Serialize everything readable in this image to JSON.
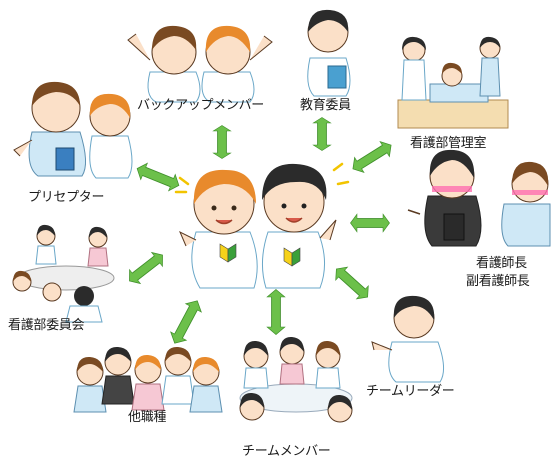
{
  "center": {
    "badge_colors": {
      "green": "#3aa03a",
      "yellow": "#f6d21a"
    }
  },
  "nodes": {
    "backup": "バックアップメンバー",
    "education": "教育委員",
    "management": "看護部管理室",
    "preceptor": "プリセプター",
    "nurse_chief": "看護師長",
    "vice_chief": "副看護師長",
    "committee": "看護部委員会",
    "team_leader": "チームリーダー",
    "other_staff": "他職種",
    "team_member": "チームメンバー"
  },
  "colors": {
    "arrow_fill": "#6cc04a",
    "arrow_stroke": "#3f8f2a"
  }
}
